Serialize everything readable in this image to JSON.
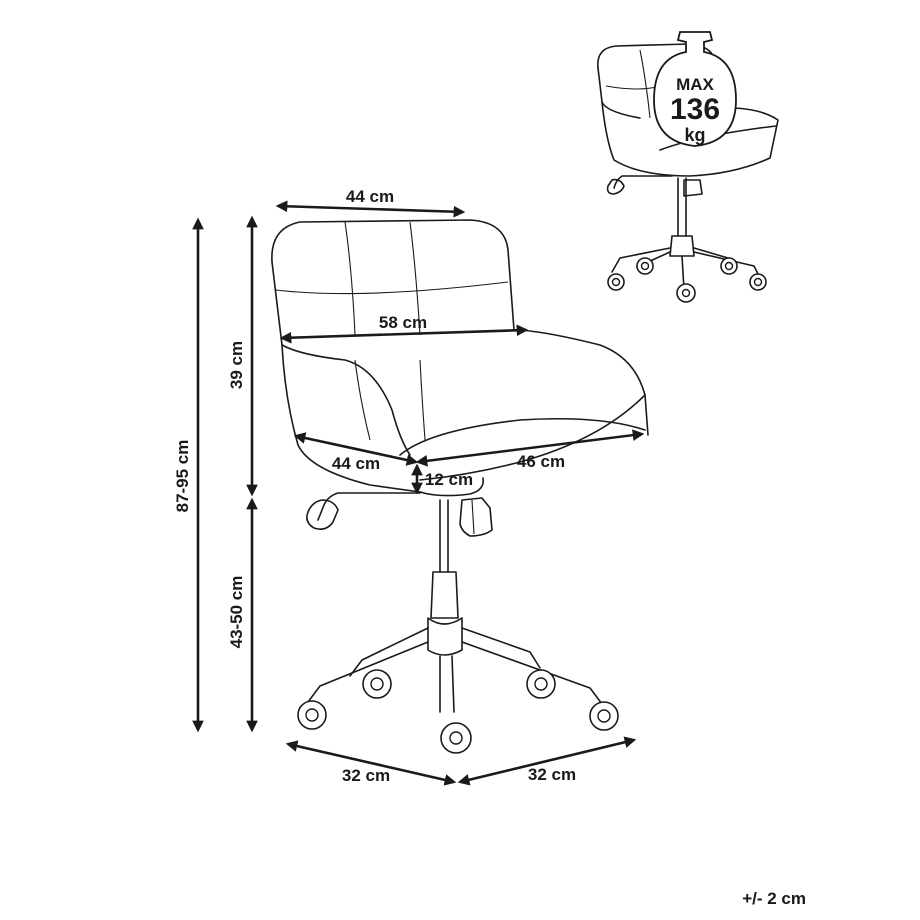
{
  "dimensions": {
    "back_width": "44 cm",
    "seat_span": "58 cm",
    "seat_width": "44 cm",
    "seat_depth": "46 cm",
    "seat_thickness": "12 cm",
    "back_height": "39 cm",
    "total_height": "87-95 cm",
    "seat_height": "43-50 cm",
    "base_left": "32 cm",
    "base_right": "32 cm"
  },
  "weight_badge": {
    "prefix": "MAX",
    "value": "136",
    "unit": "kg"
  },
  "tolerance": "+/- 2 cm"
}
